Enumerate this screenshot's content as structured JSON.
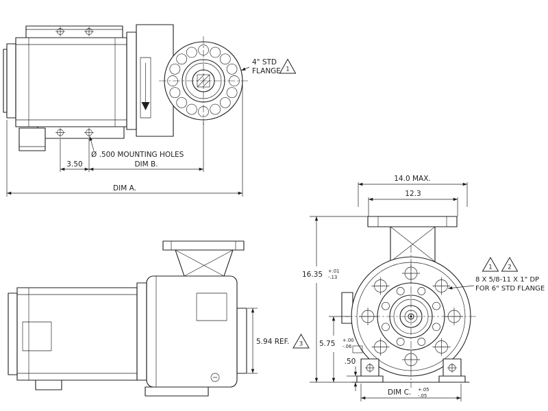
{
  "colors": {
    "ink": "#1d1d1d",
    "paper": "#ffffff"
  },
  "labels": {
    "flange_note_line1": "4\" STD",
    "flange_note_line2": "FLANGE",
    "flange_tri_num": "1",
    "mounting_holes_note": "Ø .500 MOUNTING HOLES",
    "dim_3_50": "3.50",
    "dim_b": "DIM B.",
    "dim_a": "DIM A.",
    "ref_5_94": "5.94 REF.",
    "ref_tri_num": "3",
    "dim_14_0": "14.0 MAX.",
    "dim_12_3": "12.3",
    "dim_16_35": "16.35",
    "dim_16_35_tol_plus": "+.01",
    "dim_16_35_tol_minus": "-.13",
    "dim_5_75": "5.75",
    "dim_5_75_tol_plus": "+.00",
    "dim_5_75_tol_minus": "-.06",
    "dim_0_50": ".50",
    "dim_c": "DIM C.",
    "dim_c_tol_plus": "+.05",
    "dim_c_tol_minus": "-.05",
    "note_tri_1_num": "1",
    "note_tri_2_num": "2",
    "bolt_note_line1": "8 X 5/8-11 X 1\" DP",
    "bolt_note_line2": "FOR 6\" STD FLANGE"
  }
}
